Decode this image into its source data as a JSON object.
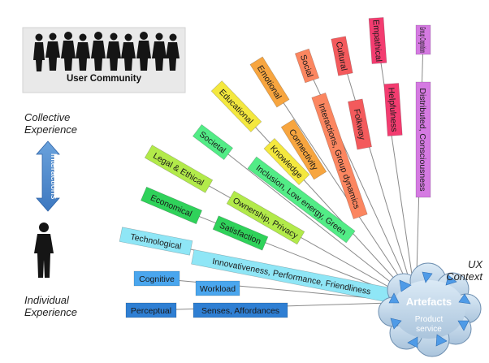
{
  "community": {
    "label": "User Community"
  },
  "scale": {
    "top_label_line1": "Collective",
    "top_label_line2": "Experience",
    "arrow_label": "Interactions",
    "bottom_label_line1": "Individual",
    "bottom_label_line2": "Experience"
  },
  "hub": {
    "ux_line1": "UX",
    "ux_line2": "Context",
    "title": "Artefacts",
    "sub1": "Product",
    "sub2": "service"
  },
  "dimensions": [
    {
      "category": "Perceptual",
      "aspect": "Senses, Affordances",
      "color": "#2f7fd3"
    },
    {
      "category": "Cognitive",
      "aspect": "Workload",
      "color": "#4aa6ee"
    },
    {
      "category": "Technological",
      "aspect": "Innovativeness, Performance, Friendliness",
      "color": "#8fe6f6"
    },
    {
      "category": "Economical",
      "aspect": "Satisfaction",
      "color": "#2fd25a"
    },
    {
      "category": "Legal & Ethical",
      "aspect": "Ownership, Privacy",
      "color": "#b2ea4a"
    },
    {
      "category": "Societal",
      "aspect": "Inclusion, Low energy, Green",
      "color": "#52ec86"
    },
    {
      "category": "Educational",
      "aspect": "Knowledge",
      "color": "#f4e83e"
    },
    {
      "category": "Emotional",
      "aspect": "Connectivity",
      "color": "#f7a53f"
    },
    {
      "category": "Social",
      "aspect": "Interactions, Group dynamics",
      "color": "#fb8660"
    },
    {
      "category": "Cultural",
      "aspect": "Folkway",
      "color": "#f35a5c"
    },
    {
      "category": "Empathical",
      "aspect": "Helpfulness",
      "color": "#f33c70"
    },
    {
      "category": "Group Cognition",
      "aspect": "Distributed, Consciousness",
      "color": "#d57ae2"
    }
  ]
}
